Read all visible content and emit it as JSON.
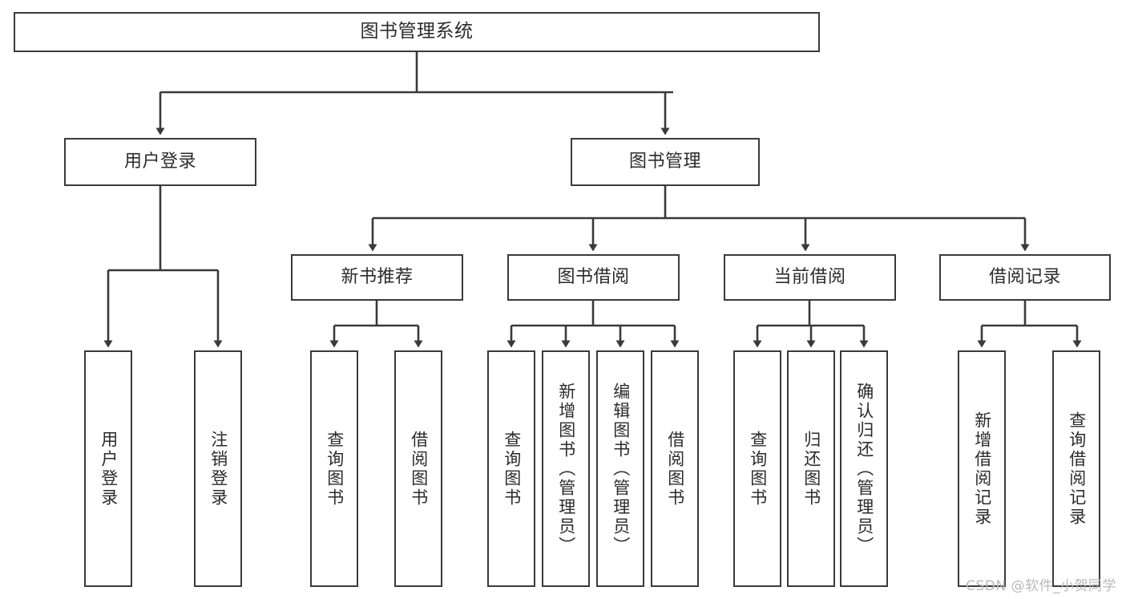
{
  "diagram": {
    "title": "图书管理系统",
    "type": "tree-hierarchy-chart",
    "orientation": "top-down",
    "colors": {
      "stroke": "#3a3a3a",
      "box_fill": "#ffffff",
      "text": "#2b2b2b",
      "background": "#ffffff",
      "watermark": "#b9b9b9"
    },
    "watermark": "CSDN @软件_小贺同学"
  },
  "nodes": {
    "root": {
      "label": "图书管理系统",
      "level": 0
    },
    "level1": [
      {
        "id": "user-login",
        "label": "用户登录"
      },
      {
        "id": "book-manage",
        "label": "图书管理"
      }
    ],
    "level2": [
      {
        "id": "new-book-recommend",
        "label": "新书推荐",
        "parent": "book-manage"
      },
      {
        "id": "book-borrow",
        "label": "图书借阅",
        "parent": "book-manage"
      },
      {
        "id": "current-borrow",
        "label": "当前借阅",
        "parent": "book-manage"
      },
      {
        "id": "borrow-record",
        "label": "借阅记录",
        "parent": "book-manage"
      }
    ],
    "leaves": [
      {
        "id": "leaf-user-login",
        "label": "用户登录",
        "parent": "user-login"
      },
      {
        "id": "leaf-logout",
        "label": "注销登录",
        "parent": "user-login"
      },
      {
        "id": "leaf-query-book-1",
        "label": "查询图书",
        "parent": "new-book-recommend"
      },
      {
        "id": "leaf-borrow-book-1",
        "label": "借阅图书",
        "parent": "new-book-recommend"
      },
      {
        "id": "leaf-query-book-2",
        "label": "查询图书",
        "parent": "book-borrow"
      },
      {
        "id": "leaf-add-book",
        "label": "新增图书（管理员）",
        "parent": "book-borrow"
      },
      {
        "id": "leaf-edit-book",
        "label": "编辑图书（管理员）",
        "parent": "book-borrow"
      },
      {
        "id": "leaf-borrow-book-2",
        "label": "借阅图书",
        "parent": "book-borrow"
      },
      {
        "id": "leaf-query-book-3",
        "label": "查询图书",
        "parent": "current-borrow"
      },
      {
        "id": "leaf-return-book",
        "label": "归还图书",
        "parent": "current-borrow"
      },
      {
        "id": "leaf-confirm-return",
        "label": "确认归还（管理员）",
        "parent": "current-borrow"
      },
      {
        "id": "leaf-add-record",
        "label": "新增借阅记录",
        "parent": "borrow-record"
      },
      {
        "id": "leaf-query-record",
        "label": "查询借阅记录",
        "parent": "borrow-record"
      }
    ]
  }
}
